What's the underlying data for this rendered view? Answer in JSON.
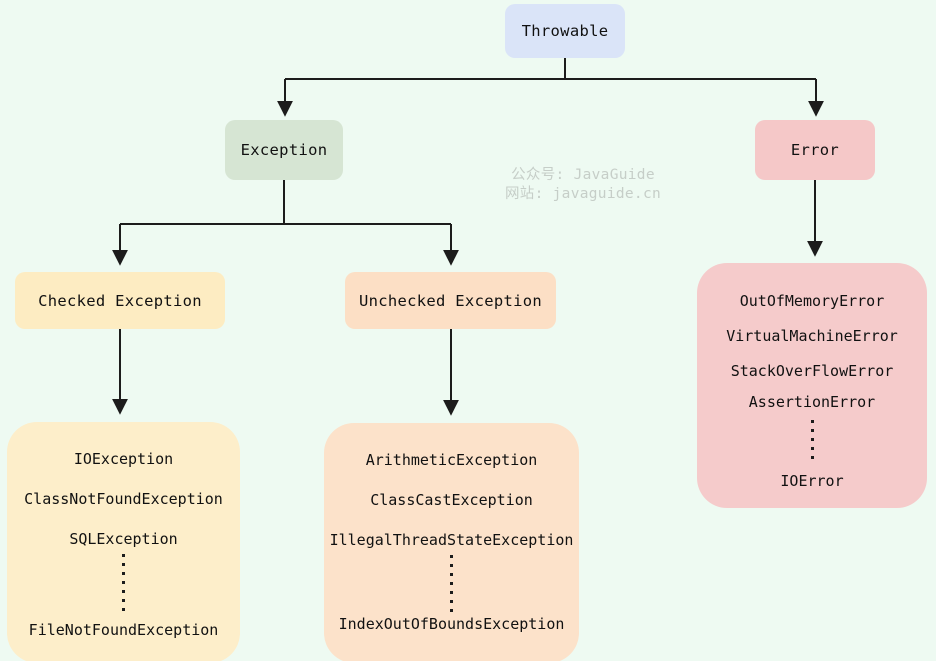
{
  "colors": {
    "background": "#eefaf2",
    "line": "#1c1c1c",
    "text": "#111111",
    "watermark": "#c6cec8",
    "throwable_bg": "#dae4f8",
    "exception_bg": "#d6e5d3",
    "error_bg": "#f5c8c8",
    "checked_bg": "#fdecc2",
    "unchecked_bg": "#fcdfc5",
    "checked_list_bg": "#fdeeca",
    "unchecked_list_bg": "#fce2ca",
    "error_list_bg": "#f5cbcb"
  },
  "nodes": {
    "throwable": {
      "label": "Throwable"
    },
    "exception": {
      "label": "Exception"
    },
    "error": {
      "label": "Error"
    },
    "checked": {
      "label": "Checked Exception"
    },
    "unchecked": {
      "label": "Unchecked Exception"
    }
  },
  "lists": {
    "checked": {
      "items": [
        "IOException",
        "ClassNotFoundException",
        "SQLException"
      ],
      "bottom_item": "FileNotFoundException"
    },
    "unchecked": {
      "items": [
        "ArithmeticException",
        "ClassCastException",
        "IllegalThreadStateException"
      ],
      "bottom_item": "IndexOutOfBoundsException"
    },
    "error": {
      "items": [
        "OutOfMemoryError",
        "VirtualMachineError",
        "StackOverFlowError",
        "AssertionError"
      ],
      "bottom_item": "IOError"
    }
  },
  "watermark": {
    "line1": "公众号: JavaGuide",
    "line2": "网站: javaguide.cn"
  }
}
